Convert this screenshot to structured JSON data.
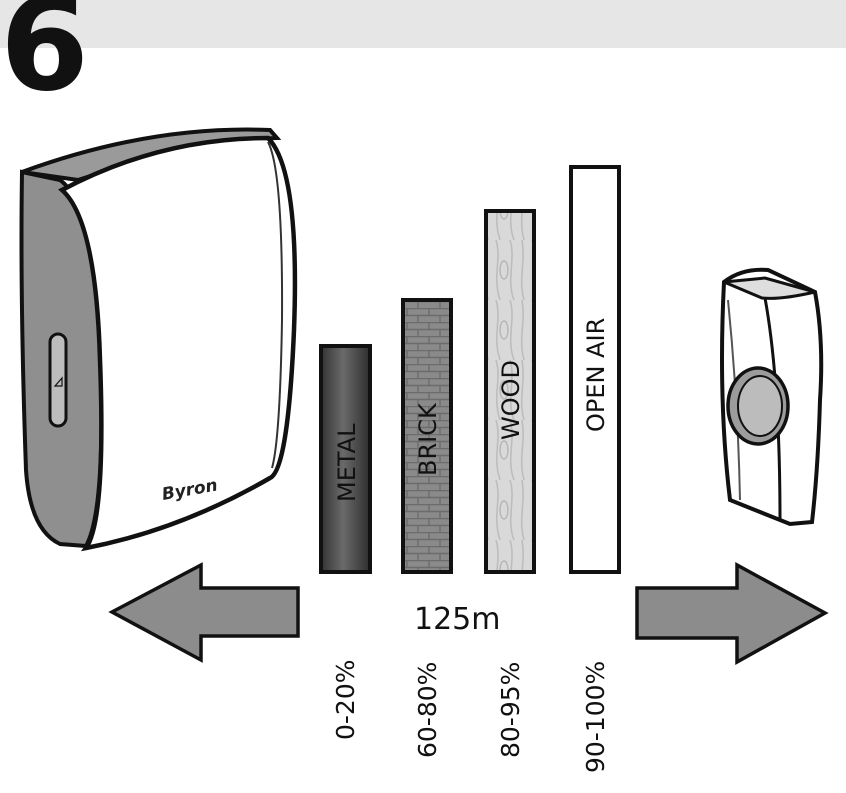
{
  "step": {
    "number": "6"
  },
  "device": {
    "brand": "Byron"
  },
  "range": {
    "label": "125m"
  },
  "materials": [
    {
      "label": "METAL",
      "range": "0-20%",
      "fill": "#4a4a4a"
    },
    {
      "label": "BRICK",
      "range": "60-80%",
      "fill": "#8a8a8a"
    },
    {
      "label": "WOOD",
      "range": "80-95%",
      "fill": "#d8d8d8"
    },
    {
      "label": "OPEN AIR",
      "range": "90-100%",
      "fill": "#ffffff"
    }
  ],
  "colors": {
    "header_band": "#e6e6e6",
    "arrow": "#8c8c8c",
    "chime_side": "#8f8f8f",
    "outline": "#111111"
  }
}
